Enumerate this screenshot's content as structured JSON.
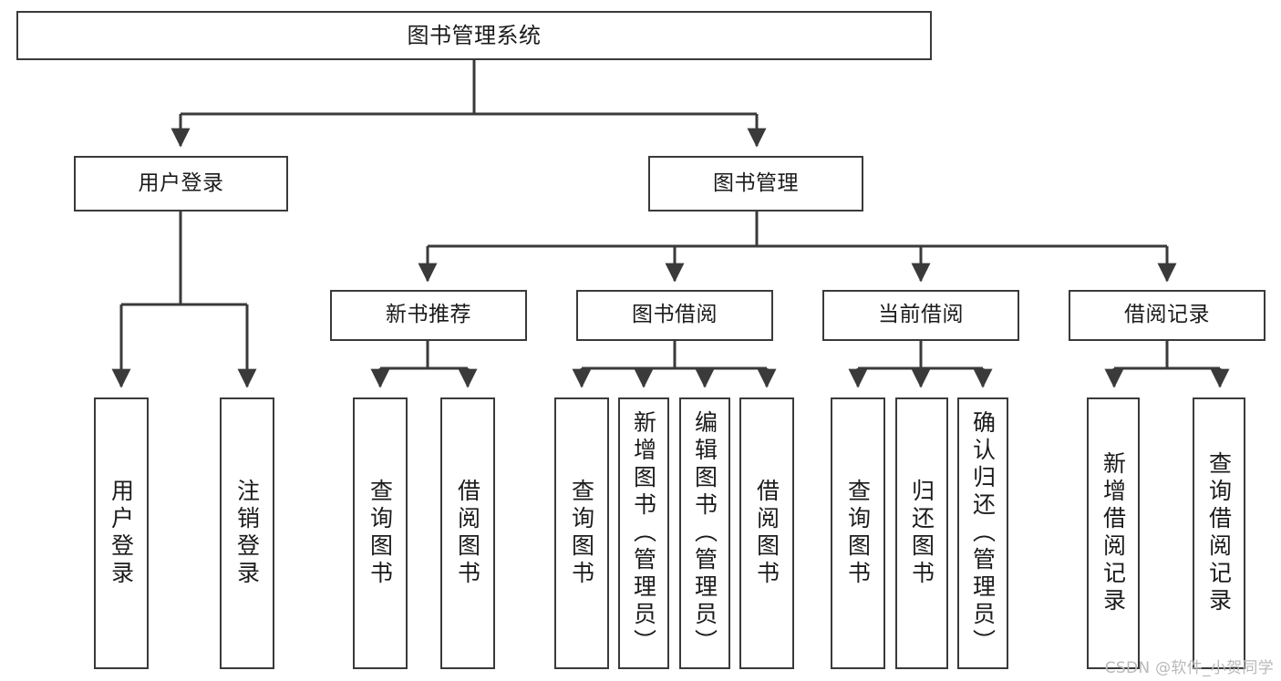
{
  "diagram": {
    "title": "图书管理系统",
    "type": "hierarchy-tree",
    "background_color": "#ffffff",
    "line_color": "#3a3a3a",
    "box_border_color": "#3a3a3a",
    "text_color": "#1b1b1b"
  },
  "nodes": {
    "root": {
      "label": "图书管理系统"
    },
    "level2": [
      {
        "label": "用户登录"
      },
      {
        "label": "图书管理"
      }
    ],
    "level3": [
      {
        "label": "新书推荐"
      },
      {
        "label": "图书借阅"
      },
      {
        "label": "当前借阅"
      },
      {
        "label": "借阅记录"
      }
    ],
    "leaves": {
      "user_login": [
        {
          "label": "用户登录"
        },
        {
          "label": "注销登录"
        }
      ],
      "new_book_recommend": [
        {
          "label": "查询图书"
        },
        {
          "label": "借阅图书"
        }
      ],
      "book_borrow": [
        {
          "label": "查询图书"
        },
        {
          "label": "新增图书（管理员）"
        },
        {
          "label": "编辑图书（管理员）"
        },
        {
          "label": "借阅图书"
        }
      ],
      "current_borrow": [
        {
          "label": "查询图书"
        },
        {
          "label": "归还图书"
        },
        {
          "label": "确认归还（管理员）"
        }
      ],
      "borrow_record": [
        {
          "label": "新增借阅记录"
        },
        {
          "label": "查询借阅记录"
        }
      ]
    }
  },
  "watermark": {
    "text": "CSDN @软件_小贺同学"
  }
}
